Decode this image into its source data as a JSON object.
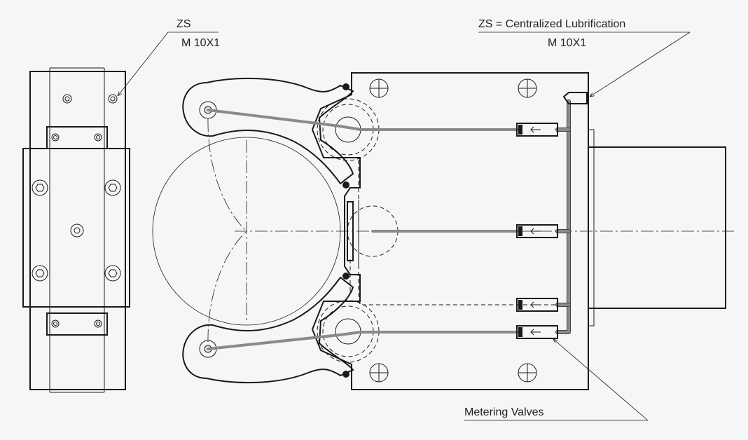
{
  "labels": {
    "zs_left": "ZS",
    "thread_left": "M 10X1",
    "zs_right": "ZS = Centralized Lubrification",
    "thread_right": "M 10X1",
    "metering": "Metering Valves"
  }
}
